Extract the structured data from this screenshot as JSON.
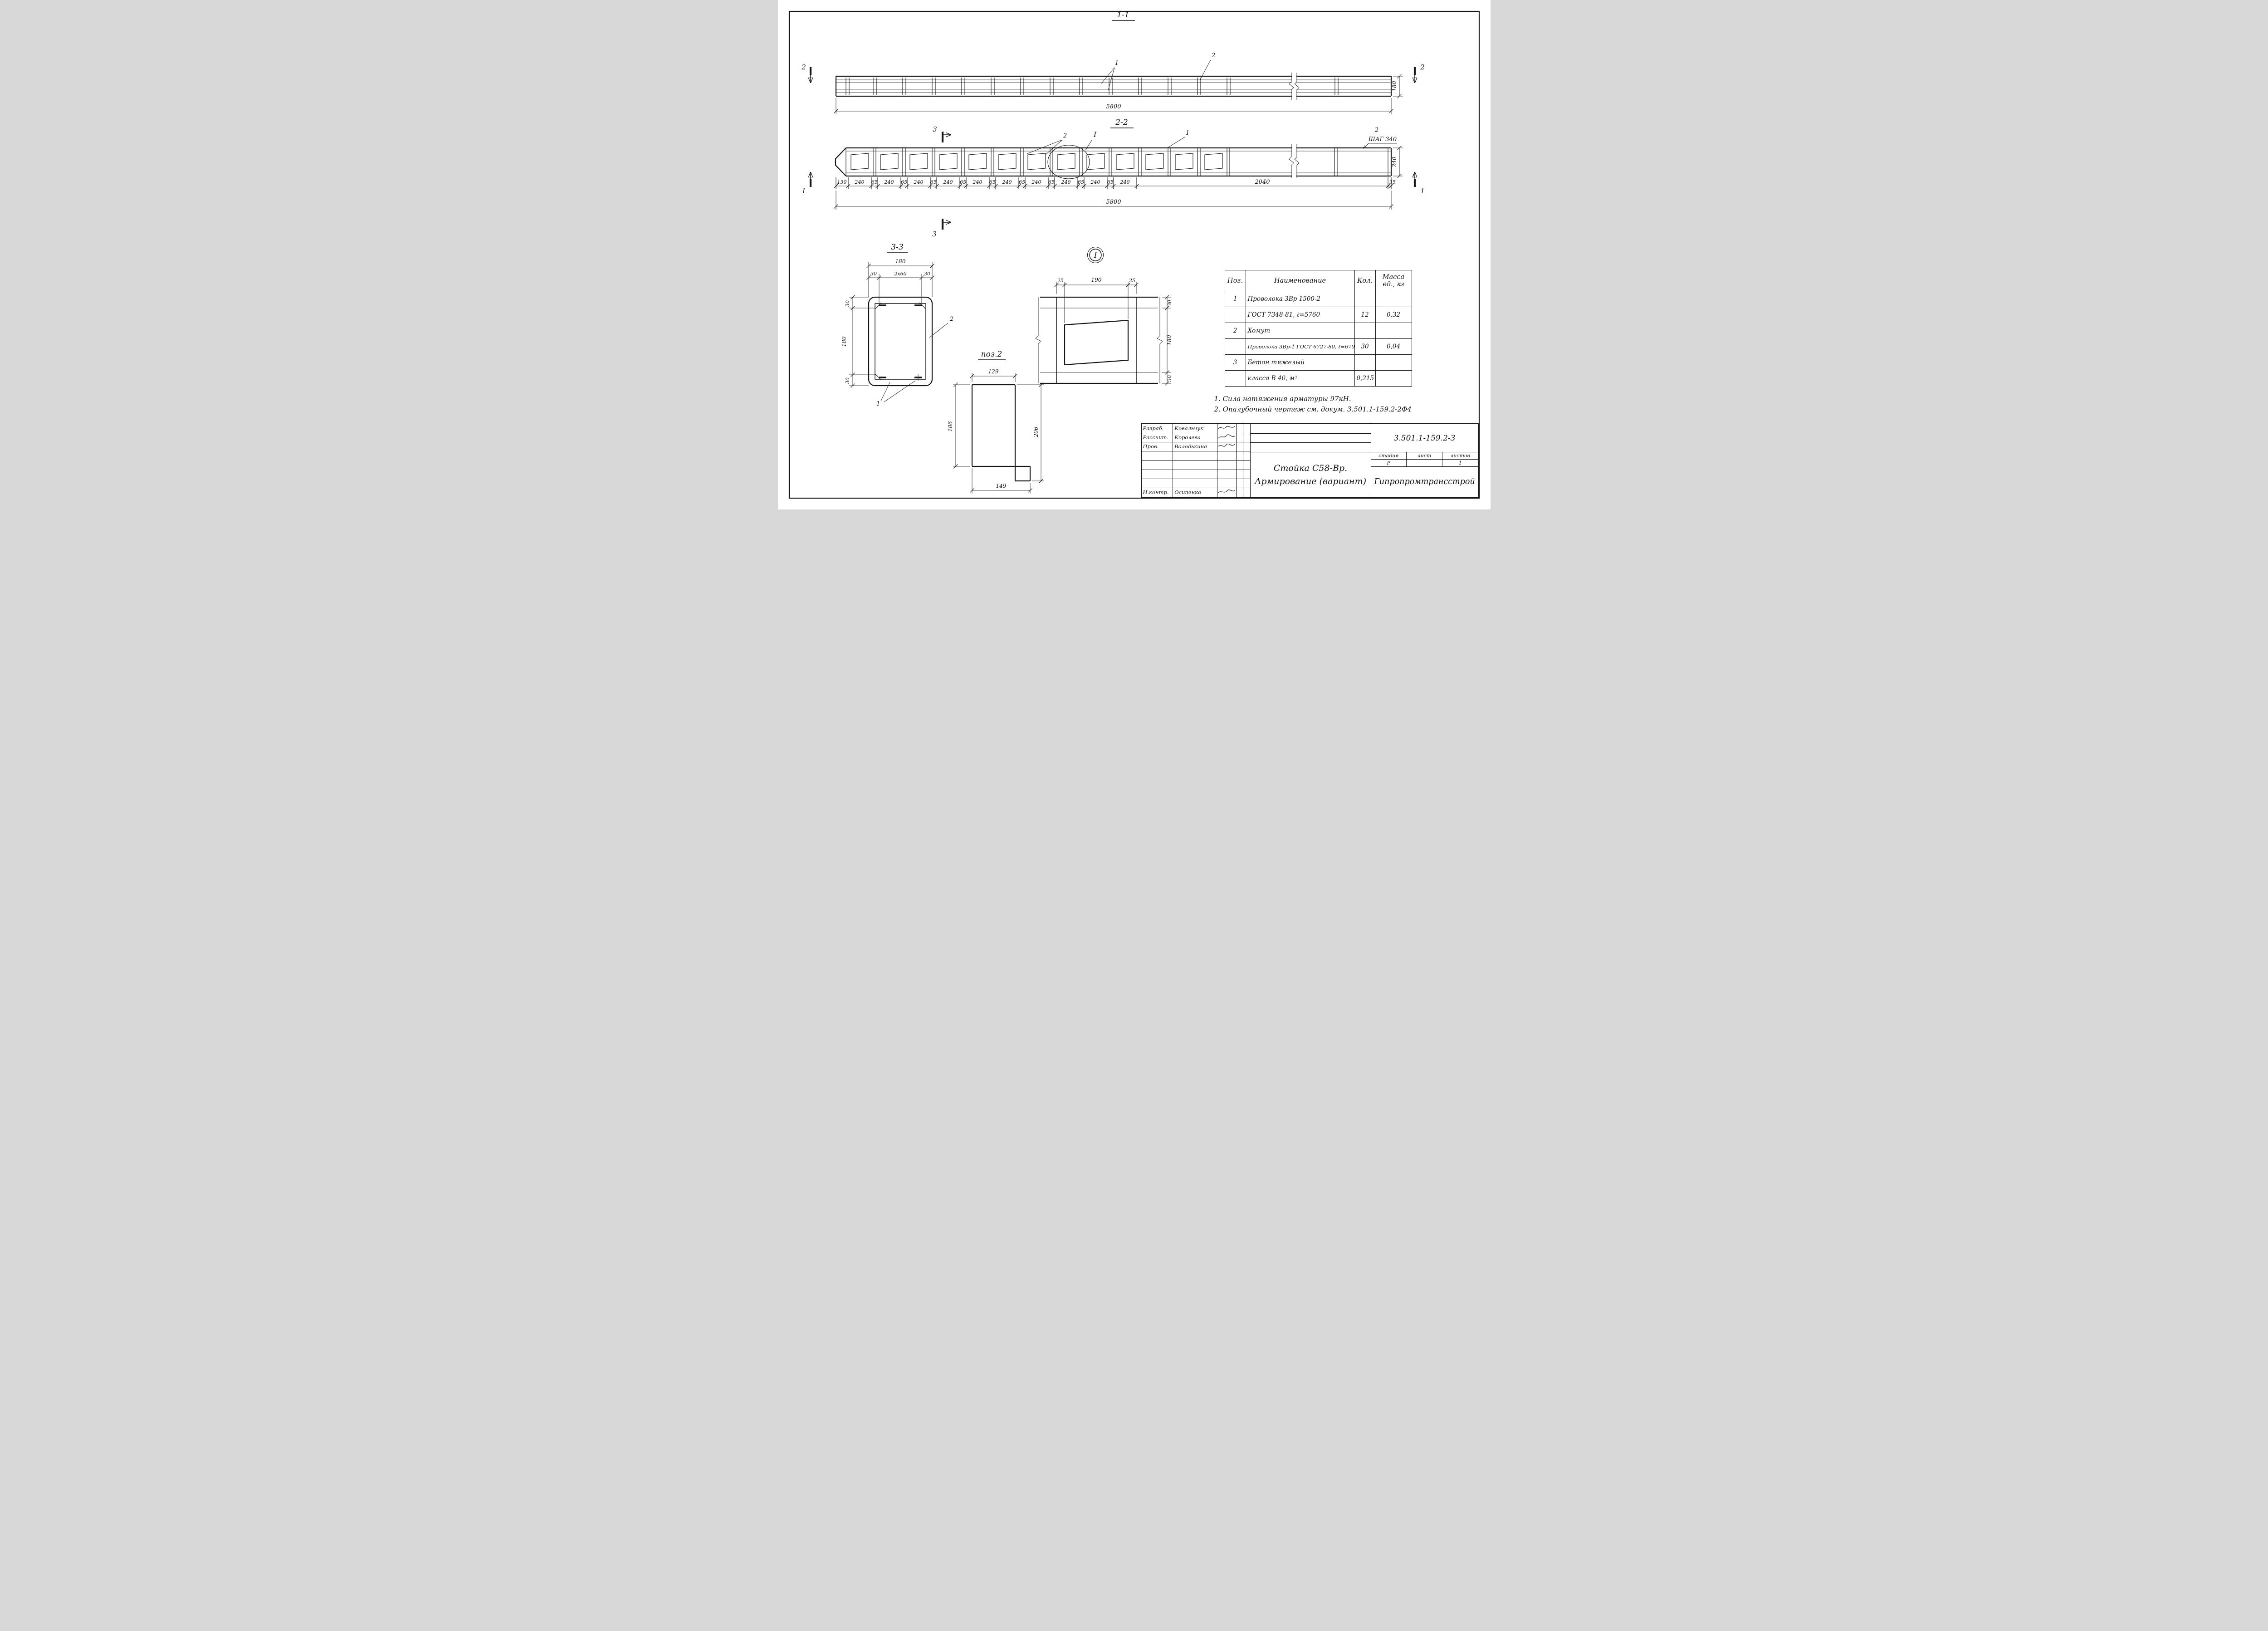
{
  "sec11": {
    "label": "1-1",
    "cut_mark": "2",
    "callout_1": "1",
    "callout_2": "2",
    "dim_total": "5800",
    "dim_height": "180"
  },
  "sec22": {
    "label": "2-2",
    "cut_mark_3": "3",
    "cut_mark_1": "1",
    "callout_1": "1",
    "callout_2": "2",
    "callout_detail": "I",
    "callout_2_right": "2",
    "pitch_note": "ШАГ 340",
    "dim_height": "240",
    "dim_total": "5800",
    "dims": [
      "130",
      "240",
      "65",
      "240",
      "65",
      "240",
      "65",
      "240",
      "65",
      "240",
      "65",
      "240",
      "65",
      "240",
      "65",
      "240",
      "65",
      "240",
      "65",
      "240",
      "2040",
      "35"
    ]
  },
  "sec33": {
    "label": "3-3",
    "dim_width": "180",
    "width_dims": [
      "30",
      "2x60",
      "30"
    ],
    "height_dims": [
      "30",
      "180",
      "30"
    ],
    "callout_2": "2",
    "callout_1": "1"
  },
  "poz2": {
    "label": "поз.2",
    "dim_top": "129",
    "dim_left": "186",
    "dim_right": "206",
    "dim_bottom": "149"
  },
  "detail_i": {
    "label": "I",
    "top_dims": [
      "25",
      "190",
      "25"
    ],
    "right_dims": [
      "30",
      "180",
      "30"
    ]
  },
  "spec_table": {
    "headers": [
      "Поз.",
      "Наименование",
      "Кол.",
      "Масса ед., кг"
    ],
    "rows": [
      [
        "1",
        "Проволока 3Вр 1500-2",
        "",
        ""
      ],
      [
        "",
        "ГОСТ 7348-81, ℓ=5760",
        "12",
        "0,32"
      ],
      [
        "2",
        "Хомут",
        "",
        ""
      ],
      [
        "",
        "Проволока 3Вр-1 ГОСТ 6727-80, ℓ=670",
        "30",
        "0,04"
      ],
      [
        "3",
        "Бетон тяжелый",
        "",
        ""
      ],
      [
        "",
        "класса В 40, м³",
        "0,215",
        ""
      ]
    ]
  },
  "notes": {
    "line1": "1. Сила натяжения арматуры 97кН.",
    "line2": "2. Опалубочный чертеж см. докум. 3.501.1-159.2-2Ф4"
  },
  "title_block": {
    "doc_code": "3.501.1-159.2-3",
    "title_line1": "Стойка С58-Вр.",
    "title_line2": "Армирование (вариант)",
    "org": "Гипропромтрансстрой",
    "stage_label": "стадия",
    "sheet_label": "лист",
    "sheets_label": "листов",
    "stage_value": "Р",
    "sheet_value": "",
    "sheets_value": "1",
    "people": [
      {
        "role": "Разраб.",
        "name": "Ковальчук"
      },
      {
        "role": "Рассчит.",
        "name": "Королева"
      },
      {
        "role": "Пров.",
        "name": "Володькина"
      },
      {
        "role": "Н.контр.",
        "name": "Осипенко"
      }
    ]
  }
}
